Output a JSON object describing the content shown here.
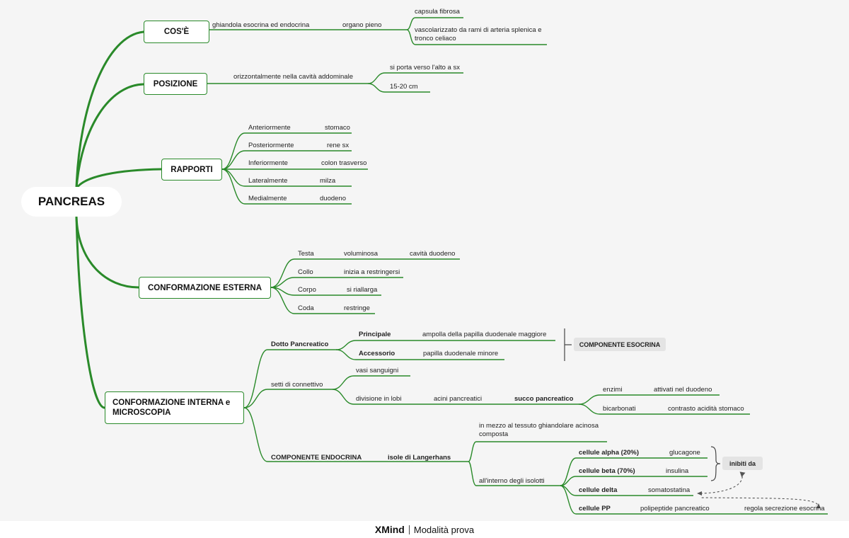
{
  "root": "PANCREAS",
  "sections": {
    "cose": {
      "title": "COS'È",
      "t1": "ghiandola esocrina ed endocrina",
      "t2": "organo pieno",
      "t3": "capsula fibrosa",
      "t4": "vascolarizzato da rami di arteria splenica e tronco celiaco"
    },
    "posizione": {
      "title": "POSIZIONE",
      "t1": "orizzontalmente nella cavità addominale",
      "t2": "si porta verso l'alto a sx",
      "t3": "15-20 cm"
    },
    "rapporti": {
      "title": "RAPPORTI",
      "items": [
        {
          "dir": "Anteriormente",
          "organ": "stomaco"
        },
        {
          "dir": "Posteriormente",
          "organ": "rene sx"
        },
        {
          "dir": "Inferiormente",
          "organ": "colon trasverso"
        },
        {
          "dir": "Lateralmente",
          "organ": "milza"
        },
        {
          "dir": "Medialmente",
          "organ": "duodeno"
        }
      ]
    },
    "esterna": {
      "title": "CONFORMAZIONE ESTERNA",
      "items": [
        {
          "part": "Testa",
          "desc": "voluminosa",
          "extra": "cavità duodeno"
        },
        {
          "part": "Collo",
          "desc": "inizia a restringersi"
        },
        {
          "part": "Corpo",
          "desc": "si riallarga"
        },
        {
          "part": "Coda",
          "desc": "restringe"
        }
      ]
    },
    "interna": {
      "title": "CONFORMAZIONE INTERNA e MICROSCOPIA",
      "dotto": "Dotto Pancreatico",
      "principale": "Principale",
      "principale_desc": "ampolla della papilla duodenale maggiore",
      "accessorio": "Accessorio",
      "accessorio_desc": "papilla duodenale minore",
      "esocrina_tag": "COMPONENTE ESOCRINA",
      "setti": "setti di connettivo",
      "vasi": "vasi sanguigni",
      "divisione": "divisione in lobi",
      "acini": "acini pancreatici",
      "succo": "succo pancreatico",
      "enzimi": "enzimi",
      "enzimi_desc": "attivati nel duodeno",
      "bicarbonati": "bicarbonati",
      "bicarbonati_desc": "contrasto acidità stomaco",
      "endocrina": "COMPONENTE ENDOCRINA",
      "isole": "isole di Langerhans",
      "in_mezzo": "in mezzo al tessuto ghiandolare acinosa composta",
      "interno": "all'interno degli isolotti",
      "cells": [
        {
          "name": "cellule alpha (20%)",
          "hormone": "glucagone"
        },
        {
          "name": "cellule beta (70%)",
          "hormone": "insulina"
        },
        {
          "name": "cellule delta",
          "hormone": "somatostatina"
        },
        {
          "name": "cellule PP",
          "hormone": "polipeptide pancreatico",
          "extra": "regola secrezione esocrina"
        }
      ],
      "inibiti_tag": "inibiti da"
    }
  },
  "footer": {
    "brand": "XMind",
    "mode": "Modalità prova"
  },
  "colors": {
    "branch": "#2a8a2a",
    "canvas": "#f5f5f5",
    "tag_bg": "#e4e4e4"
  }
}
